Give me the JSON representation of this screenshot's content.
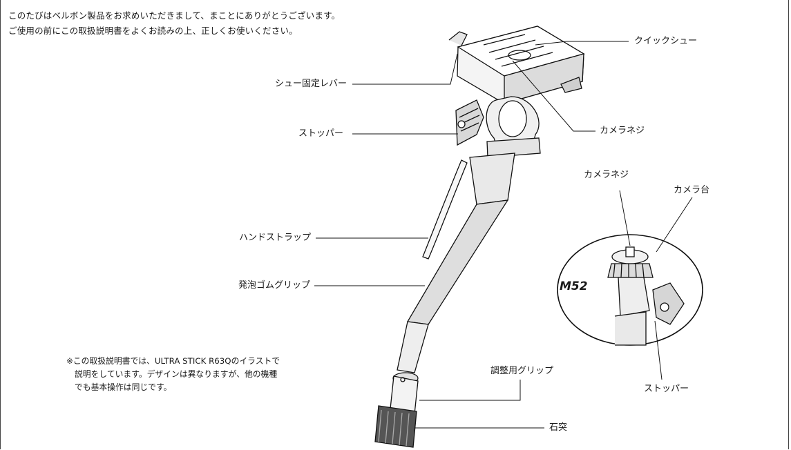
{
  "intro": {
    "line1": "このたびはベルボン製品をお求めいただきまして、まことにありがとうございます。",
    "line2": "ご使用の前にこの取扱説明書をよくお読みの上、正しくお使いください。"
  },
  "labels": {
    "quick_shoe": "クイックシュー",
    "shoe_lever": "シュー固定レバー",
    "camera_screw": "カメラネジ",
    "stopper": "ストッパー",
    "hand_strap": "ハンドストラップ",
    "foam_grip": "発泡ゴムグリップ",
    "adjust_grip": "調整用グリップ",
    "stone_tip": "石突"
  },
  "inset": {
    "model": "M52",
    "camera_screw": "カメラネジ",
    "camera_base": "カメラ台",
    "stopper": "ストッパー"
  },
  "note": {
    "line1": "※この取扱説明書では、ULTRA STICK R63Qのイラストで",
    "line2": "説明をしています。デザインは異なりますが、他の機種",
    "line3": "でも基本操作は同じです。"
  }
}
